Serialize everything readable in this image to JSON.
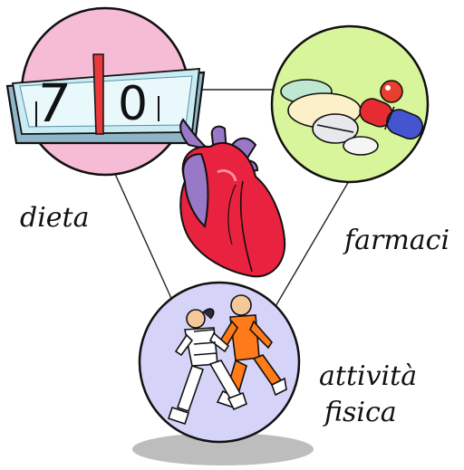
{
  "labels": {
    "diet": "dieta",
    "drugs": "farmaci",
    "activity_line1": "attività",
    "activity_line2": "fisica"
  },
  "nodes": [
    {
      "id": "diet-circle",
      "depicts": "scale-icon",
      "fill": "#f7bcd5"
    },
    {
      "id": "drugs-circle",
      "depicts": "pills-icon",
      "fill": "#d9f59b"
    },
    {
      "id": "activity-circle",
      "depicts": "runners-icon",
      "fill": "#d5d3f7"
    }
  ],
  "center": {
    "depicts": "heart-icon"
  },
  "scale": {
    "reading_left": "7",
    "reading_right": "0"
  },
  "colors": {
    "outline": "#111111",
    "heart_red": "#e8223f",
    "heart_purple": "#9a78c8",
    "shadow": "#bdbdbd"
  }
}
